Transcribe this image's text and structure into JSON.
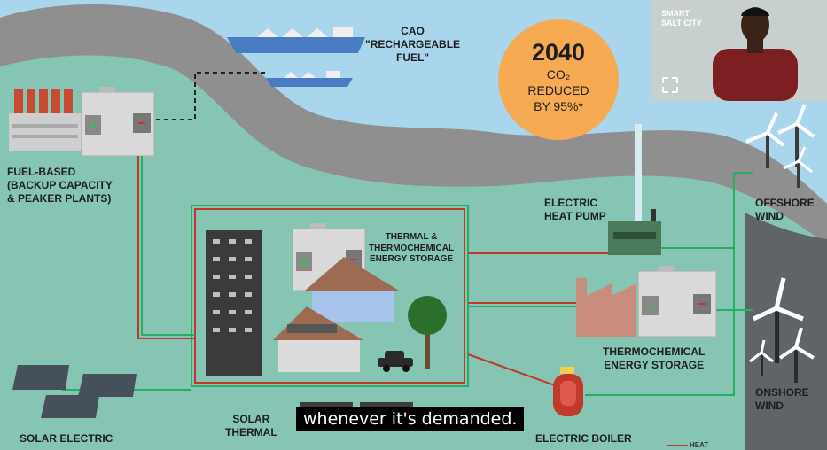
{
  "labels": {
    "cao_fuel": [
      "CaO",
      "\"RECHARGEABLE",
      "FUEL\""
    ],
    "fuel_based": [
      "FUEL-BASED",
      "(BACKUP CAPACITY",
      "& PEAKER PLANTS)"
    ],
    "thermal_storage": [
      "THERMAL &",
      "THERMOCHEMICAL",
      "ENERGY STORAGE"
    ],
    "electric_heat_pump": [
      "ELECTRIC",
      "HEAT PUMP"
    ],
    "thermochemical_storage": [
      "THERMOCHEMICAL",
      "ENERGY STORAGE"
    ],
    "offshore_wind": [
      "OFFSHORE",
      "WIND"
    ],
    "onshore_wind": [
      "ONSHORE",
      "WIND"
    ],
    "solar_thermal": [
      "SOLAR",
      "THERMAL"
    ],
    "solar_electric": "SOLAR ELECTRIC",
    "electric_boiler": "ELECTRIC BOILER",
    "legend_heat": "HEAT"
  },
  "co2_badge": {
    "year": "2040",
    "line1": "CO₂",
    "line2": "REDUCED",
    "line3": "BY 95%*"
  },
  "video_overlay": {
    "title": [
      "SMART",
      "SALT CITY"
    ]
  },
  "caption": "whenever it's demanded.",
  "colors": {
    "land": "#86c4b4",
    "water": "#a9d6ec",
    "river": "#8f8f8f",
    "badge": "#f6ab52",
    "heat_line": "#c0392b",
    "power_line": "#27ae60"
  }
}
